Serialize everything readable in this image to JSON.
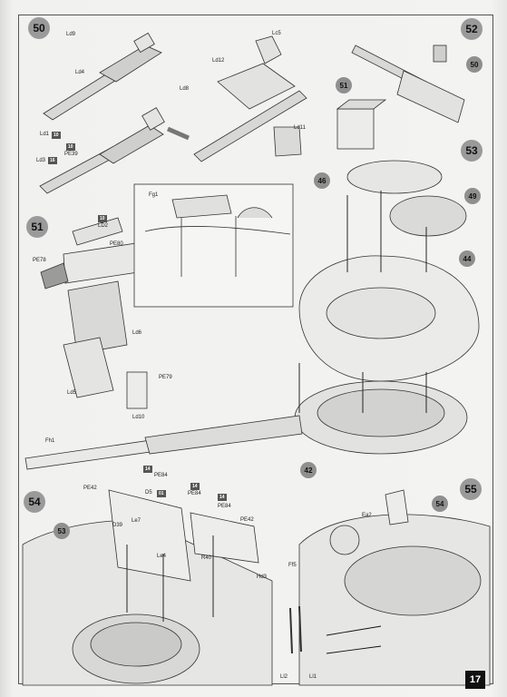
{
  "steps": {
    "s50": "50",
    "s51": "51",
    "s52": "52",
    "s53": "53",
    "s54": "54",
    "s55": "55"
  },
  "callouts": {
    "c51": "51",
    "c50": "50",
    "c46": "46",
    "c49": "49",
    "c44": "44",
    "c42": "42",
    "c53": "53",
    "c54": "54"
  },
  "labels": {
    "ld9": "Ld9",
    "ld4": "Ld4",
    "ld8": "Ld8",
    "ld1": "Ld1",
    "ld3": "Ld3",
    "pe39": "PE39",
    "t10a": "10",
    "t10b": "10",
    "t16": "16",
    "lc5": "Lc5",
    "ld12": "Ld12",
    "ld11": "Ld11",
    "fg1": "Fg1",
    "ld2": "LD2",
    "t10c": "10",
    "pe80": "PE80",
    "pe78": "PE78",
    "ld6": "Ld6",
    "ld5": "Ld5",
    "pe79": "PE79",
    "ld10": "Ld10",
    "fh1": "Fh1",
    "pe42a": "PE42",
    "t14a": "14",
    "pe84a": "PE84",
    "d5": "D5",
    "t01": "01",
    "t14b": "14",
    "pe84b": "PE84",
    "t14c": "14",
    "pe84c": "PE84",
    "pe42b": "PE42",
    "d39": "D39",
    "le7": "Le7",
    "le4": "Le4",
    "r40": "R40",
    "hd3": "Hd3",
    "ea2": "Ea2",
    "ff5": "Ff5",
    "ll2": "Ll2",
    "ll1": "Ll1"
  },
  "page_number": "17"
}
